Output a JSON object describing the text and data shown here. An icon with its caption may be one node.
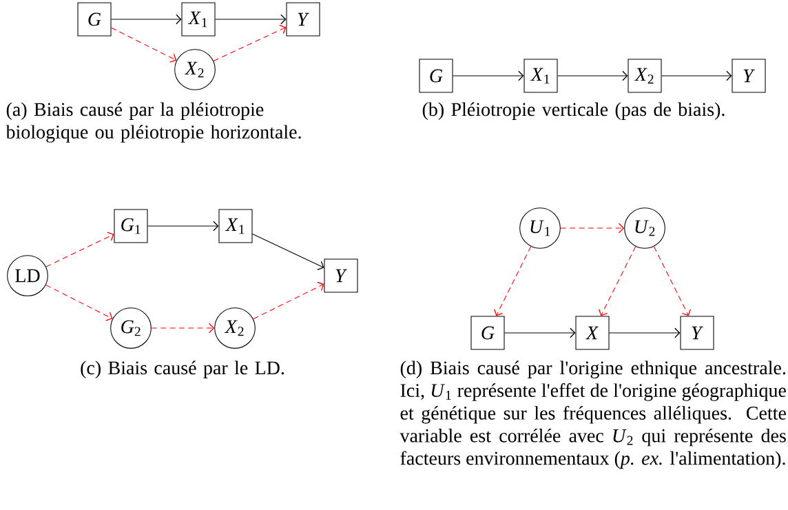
{
  "diagram": {
    "nodes": [
      {
        "text": [
          "*G*"
        ]
      },
      {
        "text": [
          "*X*$_{1}$"
        ]
      },
      {
        "text": [
          "*Y*"
        ]
      },
      {
        "text": [
          "*X*$_{2}$"
        ]
      },
      {
        "text": [
          "*G*"
        ]
      },
      {
        "text": [
          "*X*$_{1}$"
        ]
      },
      {
        "text": [
          "*X*$_{2}$"
        ]
      },
      {
        "text": [
          "*Y*"
        ]
      },
      {
        "text": [
          "LD"
        ]
      },
      {
        "text": [
          "*G*$_{1}$"
        ]
      },
      {
        "text": [
          "*X*$_{1}$"
        ]
      },
      {
        "text": [
          "*Y*"
        ]
      },
      {
        "text": [
          "*G*$_{2}$"
        ]
      },
      {
        "text": [
          "*X*$_{2}$"
        ]
      },
      {
        "text": [
          "*U*$_{1}$"
        ]
      },
      {
        "text": [
          "*U*$_{2}$"
        ]
      },
      {
        "text": [
          "*G*"
        ]
      },
      {
        "text": [
          "*X*"
        ]
      },
      {
        "text": [
          "*Y*"
        ]
      }
    ],
    "edges": [
      {
        "from": 0,
        "to": 1,
        "arrow": "to",
        "color": "#000000"
      },
      {
        "from": 1,
        "to": 2,
        "arrow": "to",
        "color": "#000000"
      },
      {
        "from": 0,
        "to": 3,
        "arrow": "to",
        "style": "dashed",
        "color": "#ff0000"
      },
      {
        "from": 3,
        "to": 2,
        "arrow": "to",
        "style": "dashed",
        "color": "#ff0000"
      },
      {
        "from": 4,
        "to": 5,
        "arrow": "to",
        "color": "#000000"
      },
      {
        "from": 5,
        "to": 6,
        "arrow": "to",
        "color": "#000000"
      },
      {
        "from": 6,
        "to": 7,
        "arrow": "to",
        "color": "#000000"
      },
      {
        "from": 8,
        "to": 9,
        "arrow": "to",
        "style": "dashed",
        "color": "#ff0000"
      },
      {
        "from": 9,
        "to": 10,
        "arrow": "to",
        "color": "#000000"
      },
      {
        "from": 10,
        "to": 11,
        "arrow": "to",
        "color": "#000000"
      },
      {
        "from": 8,
        "to": 12,
        "arrow": "to",
        "style": "dashed",
        "color": "#ff0000"
      },
      {
        "from": 12,
        "to": 13,
        "arrow": "to",
        "style": "dashed",
        "color": "#ff0000"
      },
      {
        "from": 13,
        "to": 11,
        "arrow": "to",
        "style": "dashed",
        "color": "#ff0000"
      },
      {
        "from": 14,
        "to": 15,
        "arrow": "to",
        "style": "dashed",
        "color": "#ff0000"
      },
      {
        "from": 14,
        "to": 16,
        "arrow": "to",
        "style": "dashed",
        "color": "#ff0000"
      },
      {
        "from": 15,
        "to": 17,
        "arrow": "to",
        "style": "dashed",
        "color": "#ff0000"
      },
      {
        "from": 15,
        "to": 18,
        "arrow": "to",
        "style": "dashed",
        "color": "#ff0000"
      },
      {
        "from": 16,
        "to": 17,
        "arrow": "to",
        "color": "#000000"
      },
      {
        "from": 17,
        "to": 18,
        "arrow": "to",
        "color": "#000000"
      }
    ],
    "labels": [
      "(a) Biais causé par la pléiotropie biologique ou pléiotropie horizontale.",
      "(b) Pléiotropie verticale (pas de biais).",
      "(c) Biais causé par le LD.",
      "(d) Biais causé par l'origine ethnique ancestrale. Ici, *U*$_{1}$ représente l'effet de l'origine géographique et génétique sur les fréquences alléliques. Cette variable est corrélée avec *U*$_{2}$ qui représente des facteurs environnementaux (*p. ex.* l'alimentation)."
    ]
  }
}
